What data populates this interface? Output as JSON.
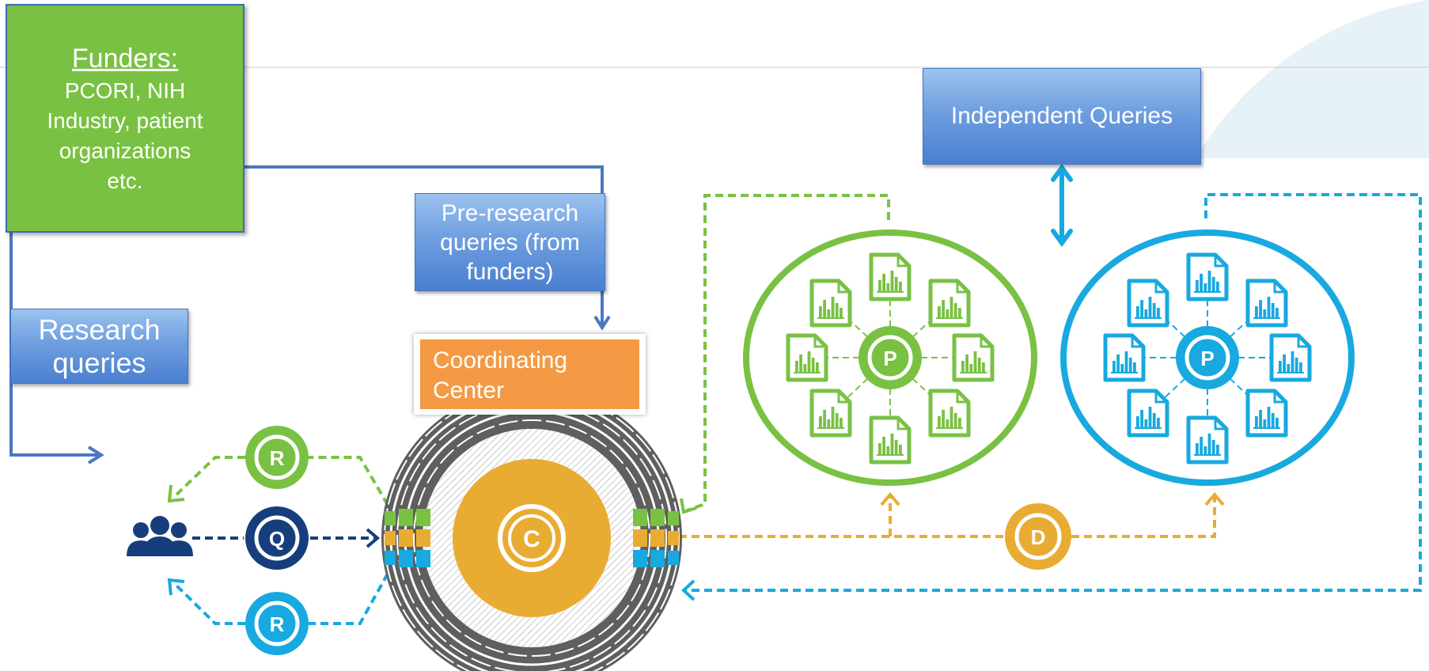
{
  "funders": {
    "title": "Funders:",
    "body": "PCORI, NIH\nIndustry, patient\norganizations\netc."
  },
  "research_queries": {
    "label": "Research\nqueries"
  },
  "preresearch_queries": {
    "label": "Pre-research\nqueries (from\nfunders)"
  },
  "independent_queries": {
    "label": "Independent Queries"
  },
  "coordinating_center": {
    "label": "Coordinating\nCenter"
  },
  "nodes": {
    "results_top": "R",
    "query": "Q",
    "results_bottom": "R",
    "center": "C",
    "distribution": "D",
    "partner_left": "P",
    "partner_right": "P"
  },
  "colors": {
    "green": "#79c143",
    "light_blue": "#17a9df",
    "navy": "#173e7c",
    "gold": "#e9ac33",
    "orange": "#f49a44",
    "arrow_blue": "#4a78c2",
    "grey_ring": "#5f5f5f"
  },
  "icons": {
    "users": "users-group-icon",
    "document": "bar-chart-document-icon"
  }
}
